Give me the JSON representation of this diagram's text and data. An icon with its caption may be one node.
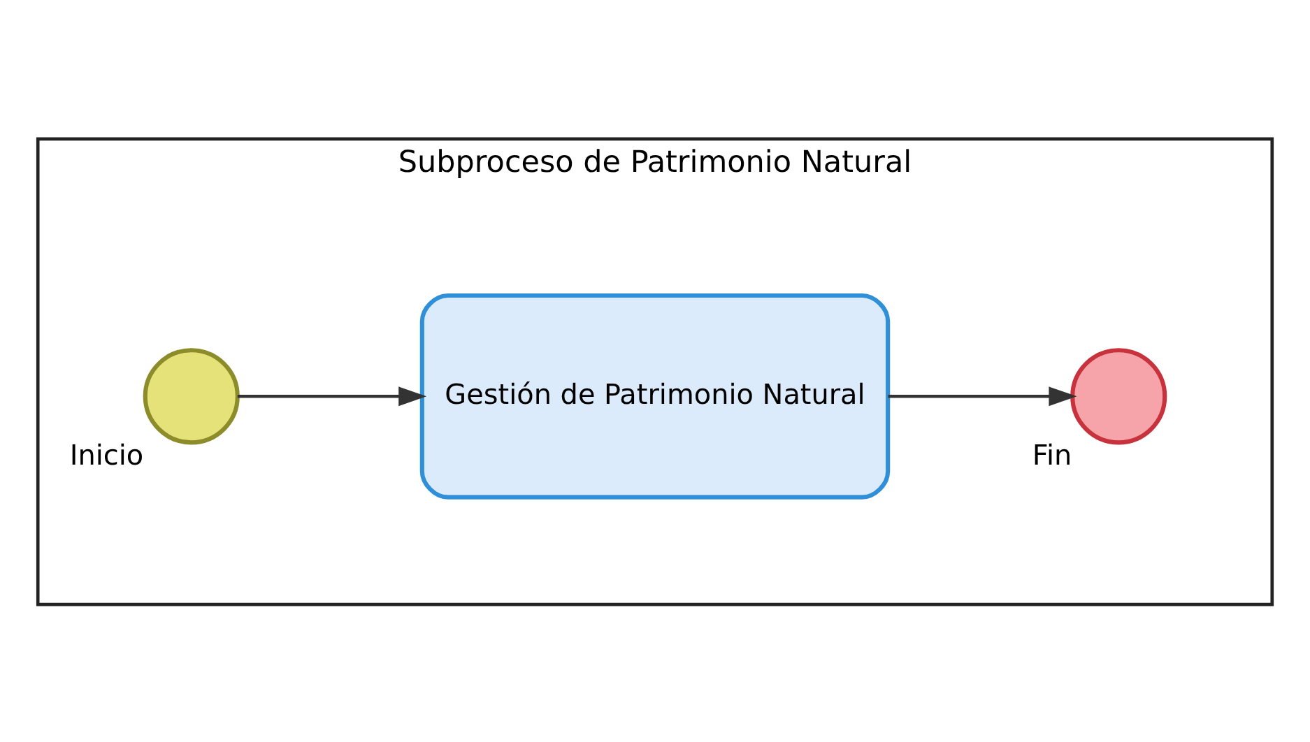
{
  "diagram": {
    "nodes": [
      {
        "text": [
          "Subproceso de Patrimonio Natural"
        ]
      },
      {
        "text": [],
        "shape": "circle",
        "beside": [
          "Inicio"
        ],
        "in": 0
      },
      {
        "text": [
          "Gestión de Patrimonio Natural"
        ],
        "in": 0
      },
      {
        "text": [],
        "shape": "circle",
        "beside": [
          "Fin"
        ],
        "in": 0
      }
    ],
    "edges": [
      {
        "from": 1,
        "to": 2,
        "arrow": "to"
      },
      {
        "from": 2,
        "to": 3,
        "arrow": "to"
      }
    ]
  }
}
